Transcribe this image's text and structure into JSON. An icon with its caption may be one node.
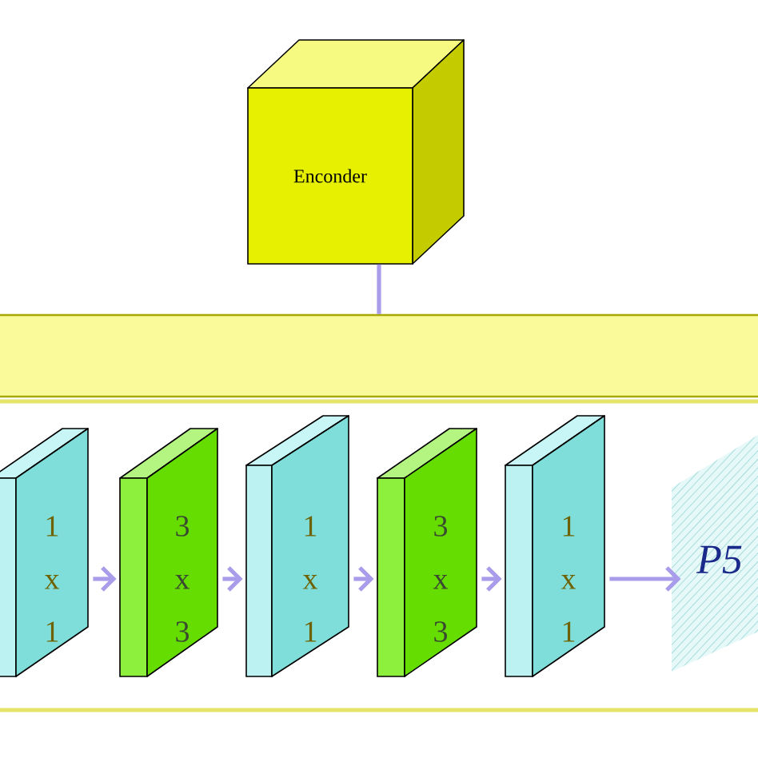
{
  "diagram": {
    "nodes": [
      {
        "text": [
          "Enconder"
        ]
      },
      {
        "text": [],
        "shape": "box"
      },
      {
        "text": [],
        "shape": "box"
      },
      {
        "text": [
          "1 x 1"
        ],
        "in": 2
      },
      {
        "text": [
          "3 x 3"
        ],
        "in": 2
      },
      {
        "text": [
          "1 x 1"
        ],
        "in": 2
      },
      {
        "text": [
          "3 x 3"
        ],
        "in": 2
      },
      {
        "text": [
          "1 x 1"
        ],
        "in": 2
      },
      {
        "text": [
          "P5"
        ],
        "in": 2
      }
    ],
    "edges": [
      {
        "from": 0,
        "to": 1,
        "arrow": "none"
      },
      {
        "from": 3,
        "to": 4,
        "arrow": "to"
      },
      {
        "from": 4,
        "to": 5,
        "arrow": "to"
      },
      {
        "from": 5,
        "to": 6,
        "arrow": "to"
      },
      {
        "from": 6,
        "to": 7,
        "arrow": "to"
      },
      {
        "from": 7,
        "to": 8,
        "arrow": "to"
      }
    ]
  }
}
